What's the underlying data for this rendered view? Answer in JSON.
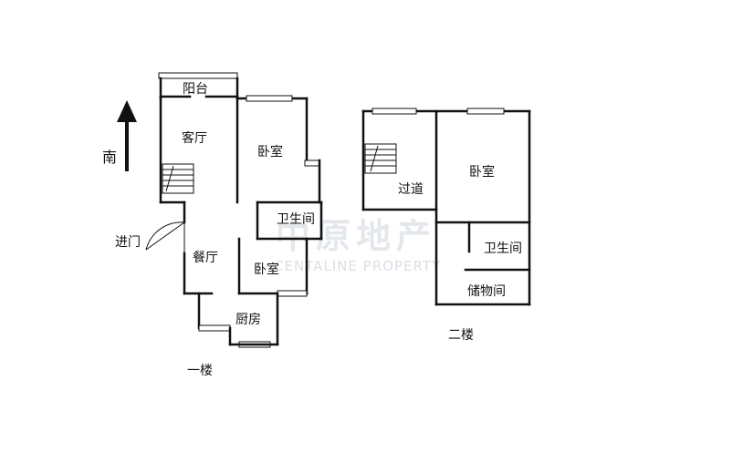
{
  "compass": {
    "label": "南"
  },
  "watermark": {
    "cn": "中原地产",
    "en": "CENTALINE PROPERTY"
  },
  "floor1": {
    "label": "一楼",
    "rooms": {
      "balcony": "阳台",
      "living_room": "客厅",
      "bedroom_1": "卧室",
      "bathroom": "卫生间",
      "entrance": "进门",
      "dining_room": "餐厅",
      "bedroom_2": "卧室",
      "kitchen": "厨房"
    }
  },
  "floor2": {
    "label": "二楼",
    "rooms": {
      "corridor": "过道",
      "bedroom": "卧室",
      "bathroom": "卫生间",
      "storage": "储物间"
    }
  }
}
